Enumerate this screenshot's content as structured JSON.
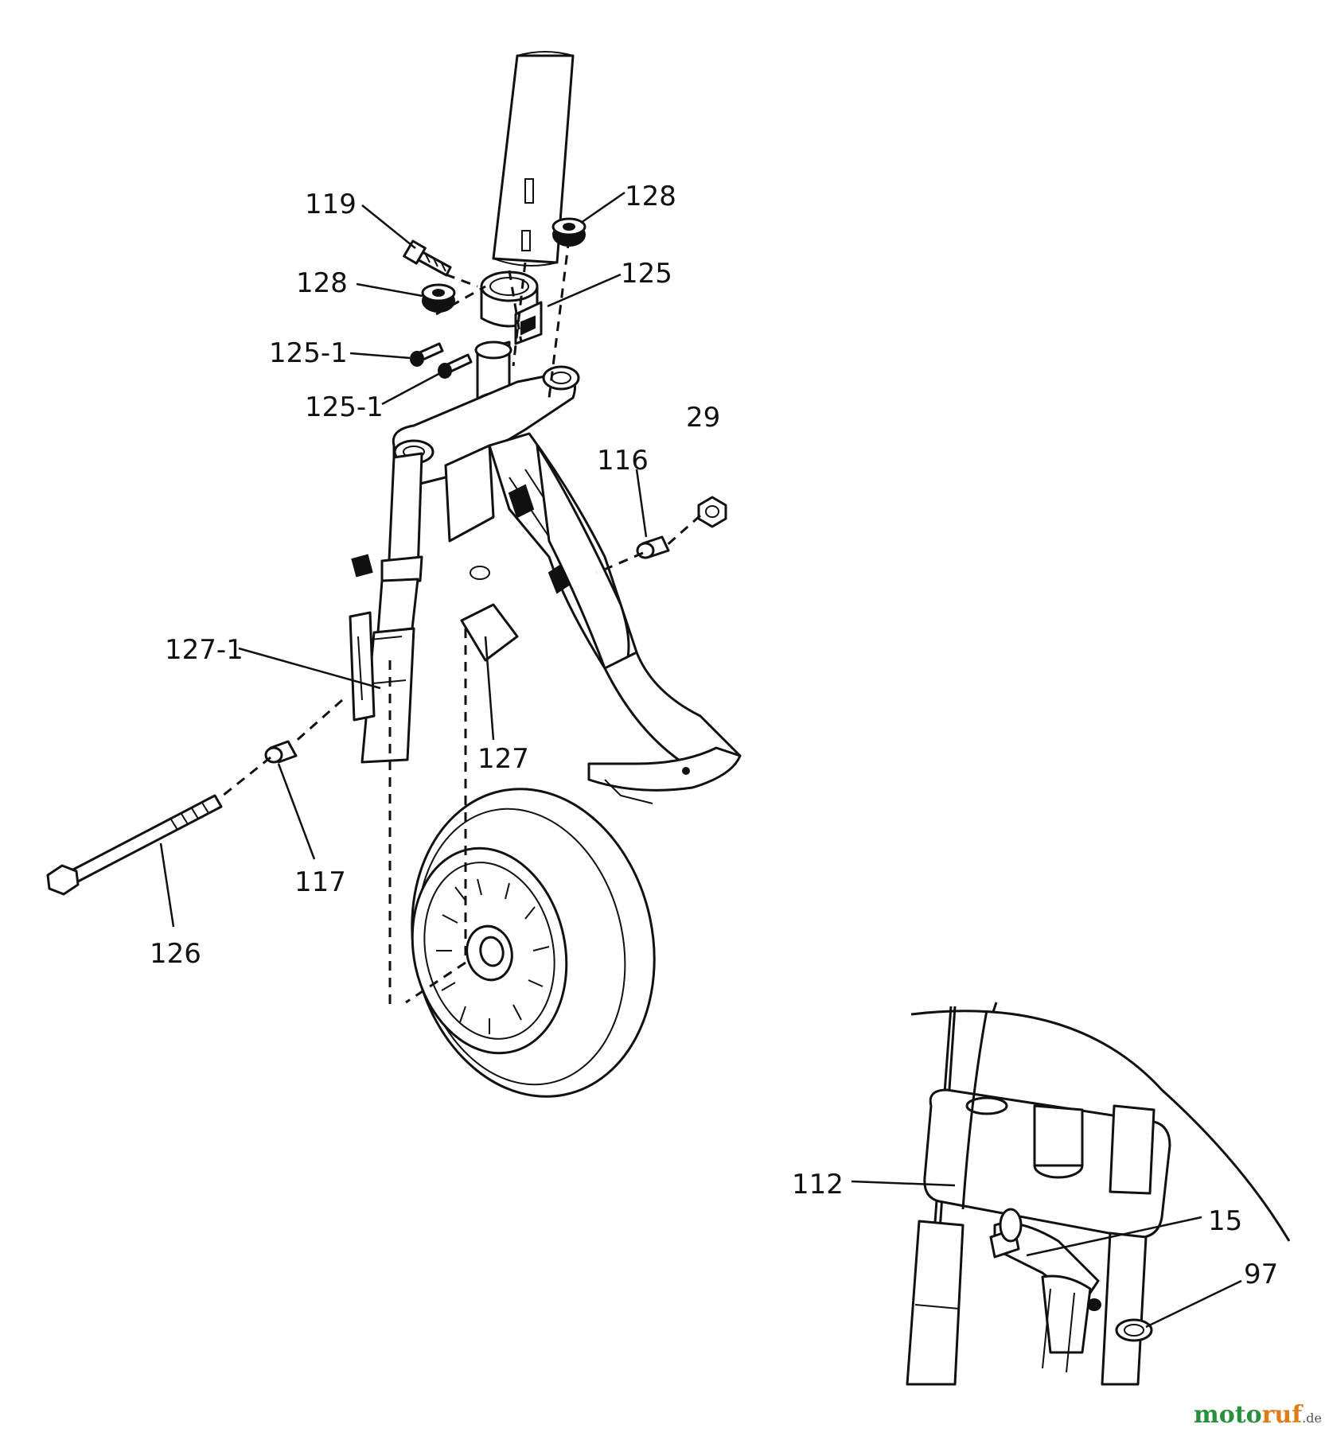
{
  "callouts": {
    "c119": "119",
    "c128_top": "128",
    "c128_left": "128",
    "c125": "125",
    "c125_1_a": "125-1",
    "c125_1_b": "125-1",
    "c29": "29",
    "c116": "116",
    "c127_1": "127-1",
    "c127": "127",
    "c117": "117",
    "c126": "126",
    "c112": "112",
    "c15": "15",
    "c97": "97"
  },
  "watermark": {
    "moto": "moto",
    "ruf": "ruf",
    "de": ".de",
    "colors": {
      "moto": "#2a8f3c",
      "ruf": "#e07b1a",
      "de": "#555555"
    }
  }
}
